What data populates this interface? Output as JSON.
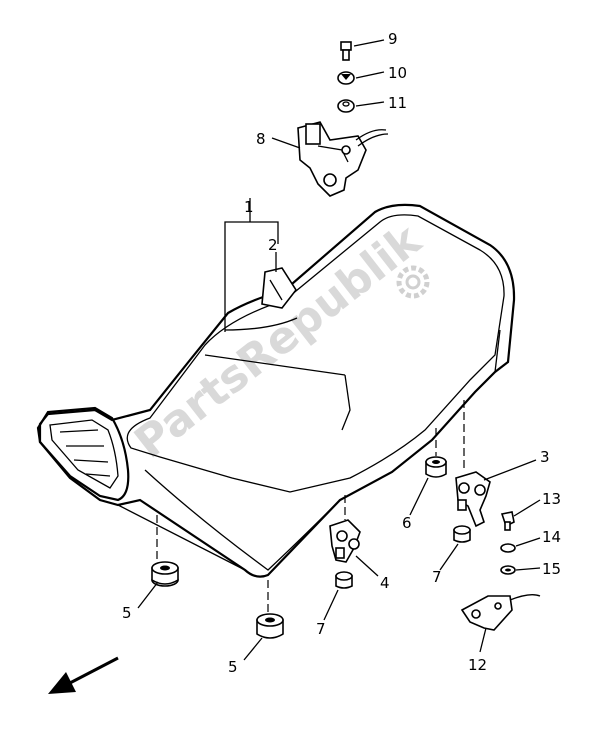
{
  "watermark": "PartsRepublik",
  "callouts": [
    "1",
    "2",
    "3",
    "4",
    "5",
    "5",
    "6",
    "7",
    "7",
    "8",
    "9",
    "10",
    "11",
    "12",
    "13",
    "14",
    "15"
  ],
  "icons": {
    "direction": "direction-arrow-icon",
    "watermark_logo": "gear-icon"
  }
}
